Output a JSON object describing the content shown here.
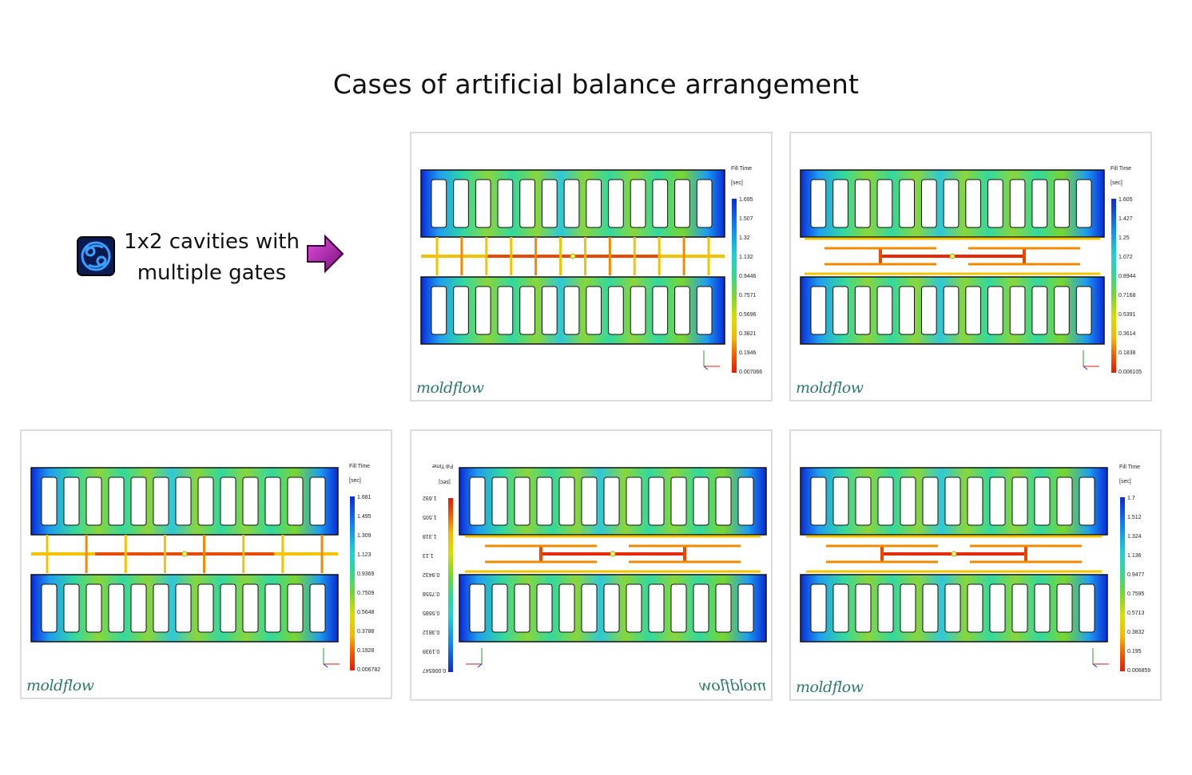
{
  "title": "Cases of artificial balance arrangement",
  "caption": {
    "line1": "1x2 cavities with",
    "line2": "multiple gates"
  },
  "icons": {
    "left": "cancer-zodiac-icon",
    "right": "right-arrow-icon"
  },
  "colors": {
    "arrow": "#b020b0",
    "icon_bg": "#0b1a50",
    "icon_fg": "#3aa0ff",
    "logo": "#2e7a6a"
  },
  "panels": [
    {
      "legend_title": "Fill Time",
      "legend_unit": "[sec]",
      "ticks": [
        "1.695",
        "1.507",
        "1.32",
        "1.132",
        "0.9446",
        "0.7571",
        "0.5696",
        "0.3821",
        "0.1946",
        "0.007066"
      ],
      "logo": "moldflow",
      "mirrored": false
    },
    {
      "legend_title": "Fill Time",
      "legend_unit": "[sec]",
      "ticks": [
        "1.605",
        "1.427",
        "1.25",
        "1.072",
        "0.8944",
        "0.7168",
        "0.5391",
        "0.3614",
        "0.1838",
        "0.006105"
      ],
      "logo": "moldflow",
      "mirrored": false
    },
    {
      "legend_title": "Fill Time",
      "legend_unit": "[sec]",
      "ticks": [
        "1.681",
        "1.495",
        "1.309",
        "1.123",
        "0.9369",
        "0.7509",
        "0.5648",
        "0.3788",
        "0.1928",
        "0.006782"
      ],
      "logo": "moldflow",
      "mirrored": false
    },
    {
      "legend_title": "Fill Time",
      "legend_unit": "[sec]",
      "ticks": [
        "1.692",
        "1.505",
        "1.318",
        "1.13",
        "0.9432",
        "0.7558",
        "0.5685",
        "0.3812",
        "0.1939",
        "0.006547"
      ],
      "logo": "moldflow",
      "mirrored": true
    },
    {
      "legend_title": "Fill Time",
      "legend_unit": "[sec]",
      "ticks": [
        "1.7",
        "1.512",
        "1.324",
        "1.136",
        "0.9477",
        "0.7595",
        "0.5713",
        "0.3832",
        "0.195",
        "0.006859"
      ],
      "logo": "moldflow",
      "mirrored": false
    }
  ]
}
